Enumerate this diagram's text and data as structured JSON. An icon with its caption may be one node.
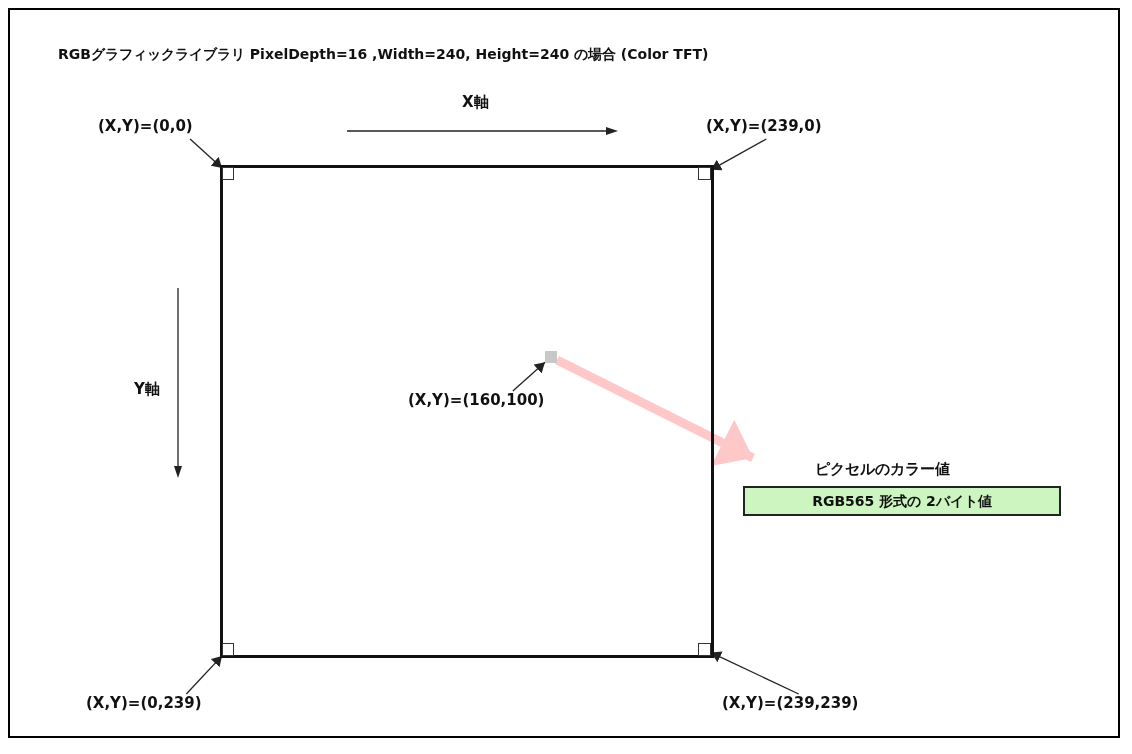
{
  "diagram": {
    "title": "RGBグラフィックライブラリ PixelDepth=16 ,Width=240, Height=240 の場合 (Color TFT)",
    "nodes": [
      {
        "text": [],
        "shape": "box"
      },
      {
        "text": [],
        "shape": "box",
        "in": 0
      },
      {
        "text": [],
        "shape": "box",
        "in": 0
      },
      {
        "text": [],
        "shape": "box",
        "in": 0
      },
      {
        "text": [],
        "shape": "box",
        "in": 0
      },
      {
        "text": [],
        "shape": "box",
        "in": 0
      },
      {
        "text": [
          "(X,Y)=(0,0)"
        ]
      },
      {
        "text": [
          "(X,Y)=(239,0)"
        ]
      },
      {
        "text": [
          "(X,Y)=(0,239)"
        ]
      },
      {
        "text": [
          "(X,Y)=(239,239)"
        ]
      },
      {
        "text": [
          "(X,Y)=(160,100)"
        ],
        "in": 0
      },
      {
        "text": [
          "ピクセルのカラー値",
          "RGB565 形式の 2バイト値"
        ]
      }
    ],
    "edges": [
      {
        "from": 6,
        "to": 1,
        "arrow": "to"
      },
      {
        "from": 7,
        "to": 2,
        "arrow": "to"
      },
      {
        "from": 8,
        "to": 3,
        "arrow": "to"
      },
      {
        "from": 9,
        "to": 4,
        "arrow": "to"
      },
      {
        "from": 10,
        "to": 5,
        "arrow": "to"
      },
      {
        "from": 5,
        "to": 11,
        "arrow": "to",
        "style": "thick",
        "color": "#ffc8c8"
      }
    ],
    "labels": [
      "X軸",
      "Y軸"
    ]
  }
}
